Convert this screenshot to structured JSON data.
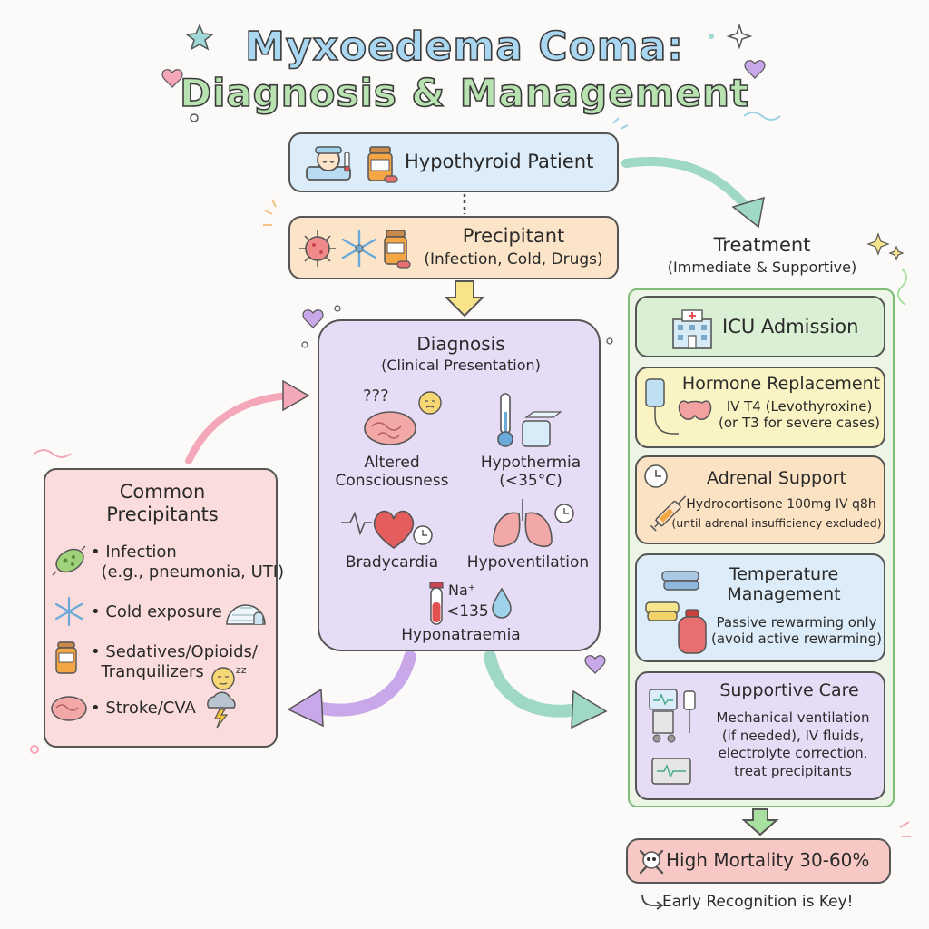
{
  "title": {
    "line1": "Myxoedema Coma:",
    "line2": "Diagnosis & Management"
  },
  "patient": {
    "label": "Hypothyroid Patient"
  },
  "precipitant": {
    "title": "Precipitant",
    "subtitle": "(Infection, Cold, Drugs)"
  },
  "diagnosis": {
    "title": "Diagnosis",
    "subtitle": "(Clinical Presentation)",
    "findings": [
      {
        "label": "Altered\nConsciousness",
        "icon": "brain-confused-icon"
      },
      {
        "label": "Hypothermia\n(<35°C)",
        "icon": "thermometer-ice-icon"
      },
      {
        "label": "Bradycardia",
        "icon": "heart-clock-icon"
      },
      {
        "label": "Hypoventilation",
        "icon": "lungs-clock-icon"
      }
    ],
    "sodium": {
      "ion": "Na⁺",
      "value": "<135",
      "label": "Hyponatraemia"
    }
  },
  "common_precipitants": {
    "title": "Common\nPrecipitants",
    "items": [
      {
        "text": "• Infection\n  (e.g., pneumonia, UTI)",
        "icon": "bacteria-icon"
      },
      {
        "text": "• Cold exposure",
        "icon": "snowflake-igloo-icon"
      },
      {
        "text": "• Sedatives/Opioids/\n  Tranquilizers",
        "icon": "pill-bottle-sleepy-icon"
      },
      {
        "text": "• Stroke/CVA",
        "icon": "brain-storm-icon"
      }
    ]
  },
  "treatment": {
    "title": "Treatment",
    "subtitle": "(Immediate & Supportive)",
    "icu": {
      "label": "ICU Admission"
    },
    "hormone": {
      "title": "Hormone Replacement",
      "detail": "IV T4 (Levothyroxine)\n(or T3 for severe cases)"
    },
    "adrenal": {
      "title": "Adrenal Support",
      "detail": "Hydrocortisone 100mg IV q8h",
      "note": "(until adrenal insufficiency excluded)"
    },
    "temperature": {
      "title": "Temperature\nManagement",
      "detail": "Passive rewarming only\n(avoid active rewarming)"
    },
    "supportive": {
      "title": "Supportive Care",
      "detail": "Mechanical ventilation\n(if needed), IV fluids,\nelectrolyte correction,\ntreat precipitants"
    }
  },
  "mortality": {
    "label": "High Mortality 30-60%"
  },
  "footer": {
    "label": "Early Recognition is Key!"
  },
  "colors": {
    "blue": "#dcecf8",
    "orange": "#fbe4c7",
    "purple": "#e6dcf5",
    "pink": "#fbdcdc",
    "green": "#d9f0d4",
    "yellow": "#faf4c4",
    "red": "#f8c9c4"
  }
}
